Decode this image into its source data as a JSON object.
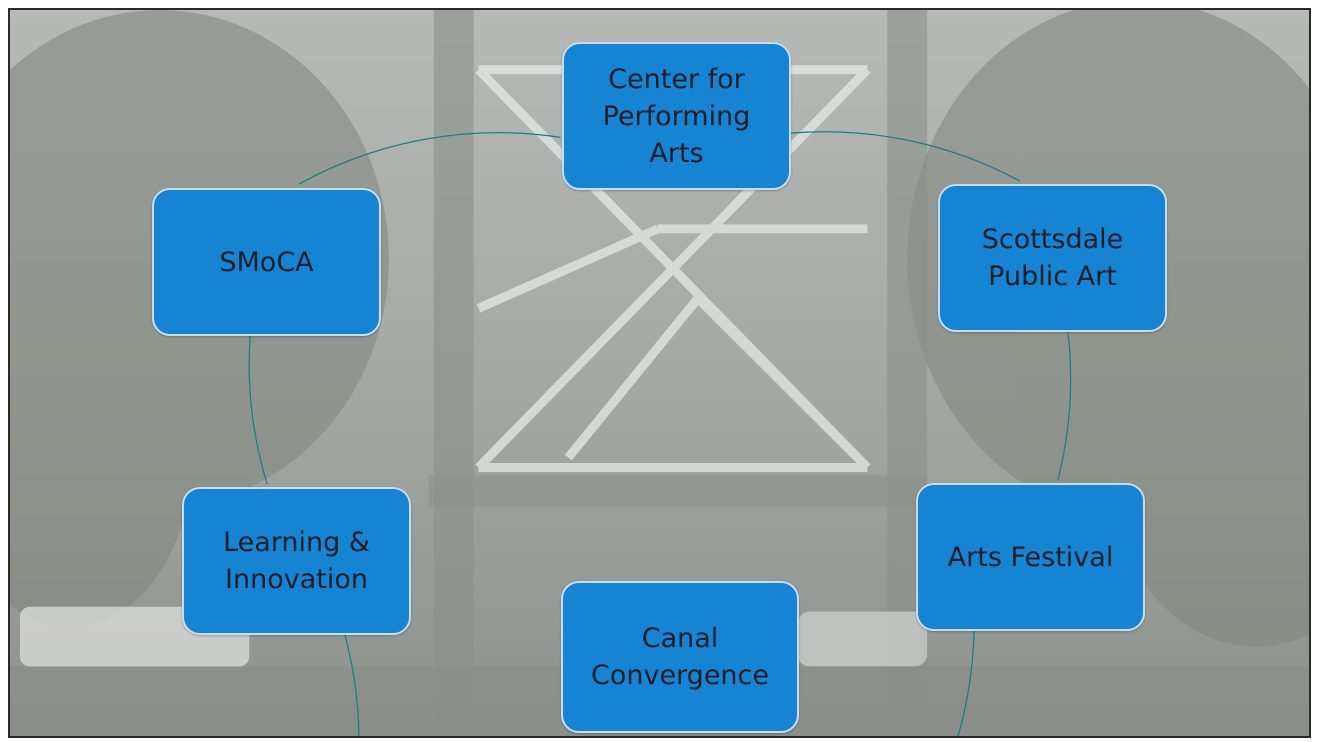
{
  "diagram": {
    "nodes": [
      {
        "id": "cpa",
        "label": "Center for\nPerforming\nArts"
      },
      {
        "id": "spa",
        "label": "Scottsdale\nPublic Art"
      },
      {
        "id": "af",
        "label": "Arts Festival"
      },
      {
        "id": "canal",
        "label": "Canal\nConvergence"
      },
      {
        "id": "li",
        "label": "Learning &\nInnovation"
      },
      {
        "id": "smoca",
        "label": "SMoCA"
      }
    ],
    "connector_color": "#1a7f8a",
    "node_color": "#1683d3"
  }
}
